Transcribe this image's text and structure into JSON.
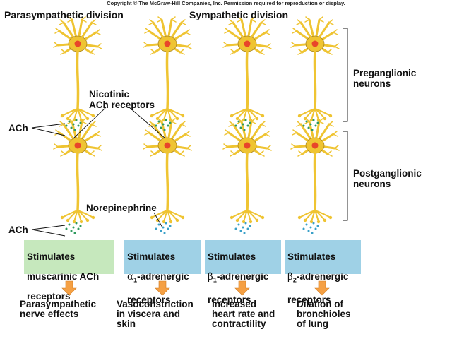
{
  "copyright": "Copyright © The McGraw-Hill Companies, Inc. Permission required for reproduction or display.",
  "headings": {
    "parasympathetic": "Parasympathetic division",
    "sympathetic": "Sympathetic division"
  },
  "labels": {
    "nicotinic": "Nicotinic\nACh receptors",
    "ach_top": "ACh",
    "ach_bottom": "ACh",
    "norepinephrine": "Norepinephrine",
    "preganglionic": "Preganglionic\nneurons",
    "postganglionic": "Postganglionic\nneurons"
  },
  "receptor_boxes": [
    {
      "line1": "Stimulates",
      "line2": "muscarinic ACh",
      "line3": "receptors",
      "color": "#c6e8bd"
    },
    {
      "line1": "Stimulates",
      "symbol": "α",
      "sub": "1",
      "suffix": "-adrenergic",
      "line3": "receptors",
      "color": "#9fd1e6"
    },
    {
      "line1": "Stimulates",
      "symbol": "β",
      "sub": "1",
      "suffix": "-adrenergic",
      "line3": "receptors",
      "color": "#9fd1e6"
    },
    {
      "line1": "Stimulates",
      "symbol": "β",
      "sub": "2",
      "suffix": "-adrenergic",
      "line3": "receptors",
      "color": "#9fd1e6"
    }
  ],
  "effects": [
    "Parasympathetic\nnerve effects",
    "Vasoconstriction\nin viscera and\nskin",
    "Increased\nheart rate and\ncontractility",
    "Dilation of\nbronchioles\nof lung"
  ],
  "colors": {
    "neuron": "#efc432",
    "neuron_outline": "#a8841c",
    "nucleus": "#e8462a",
    "ach_dots": "#2f9a5e",
    "ne_dots": "#3aa0c8",
    "arrow": "#f5a043"
  }
}
